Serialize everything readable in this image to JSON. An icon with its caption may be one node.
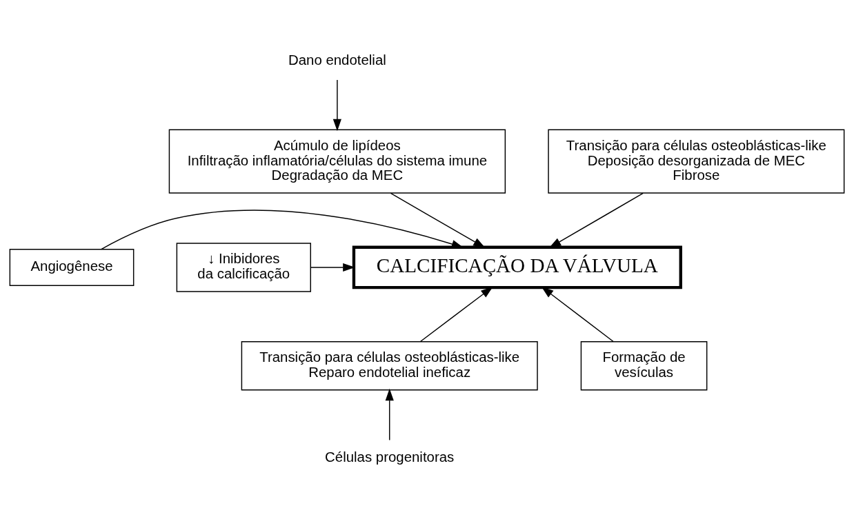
{
  "diagram": {
    "nodes": [
      {
        "text": [
          "Dano endotelial"
        ]
      },
      {
        "text": [
          "Acúmulo de lipídeos",
          "Infiltração inflamatória/células do sistema imune",
          "Degradação da MEC"
        ]
      },
      {
        "text": [
          "Transição para células osteoblásticas-like",
          "Deposição desorganizada de MEC",
          "Fibrose"
        ]
      },
      {
        "text": [
          "Angiogênese"
        ]
      },
      {
        "text": [
          "CALCIFICAÇÃO DA VÁLVULA"
        ]
      },
      {
        "text": [
          "↓ Inibidores da calcificação"
        ]
      },
      {
        "text": [
          "Transição para células osteoblásticas-like",
          "Reparo endotelial ineficaz"
        ]
      },
      {
        "text": [
          "Formação de vesículas"
        ]
      },
      {
        "text": [
          "Células progenitoras"
        ]
      }
    ],
    "edges": [
      {
        "from": 0,
        "to": 1,
        "arrow": "to"
      },
      {
        "from": 1,
        "to": 4,
        "arrow": "to"
      },
      {
        "from": 2,
        "to": 4,
        "arrow": "to"
      },
      {
        "from": 3,
        "to": 4,
        "arrow": "to"
      },
      {
        "from": 5,
        "to": 4,
        "arrow": "to"
      },
      {
        "from": 6,
        "to": 4,
        "arrow": "to"
      },
      {
        "from": 7,
        "to": 4,
        "arrow": "to"
      },
      {
        "from": 8,
        "to": 6,
        "arrow": "to"
      }
    ]
  }
}
